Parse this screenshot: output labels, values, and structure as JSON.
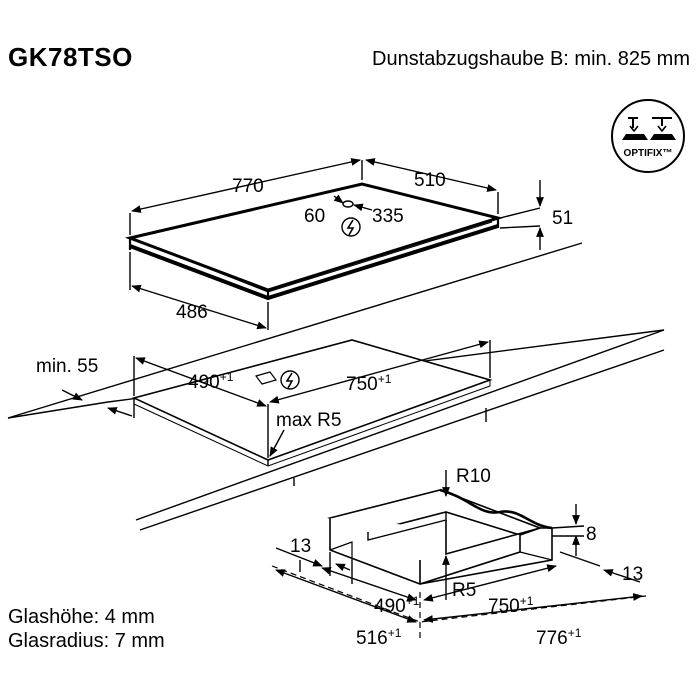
{
  "header": {
    "model": "GK78TSO",
    "hood_note": "Dunstabzugshaube B: min. 825 mm"
  },
  "badge": {
    "label": "OPTIFIX™",
    "icon": "optifix-icon"
  },
  "hob": {
    "width": "770",
    "depth": "510",
    "height": "51",
    "connector_offset": "60",
    "connector_depth": "335",
    "front_depth": "486",
    "power_icon": "electric-connection-icon"
  },
  "cutout": {
    "min_label": "min. 55",
    "depth": "490",
    "depth_tol": "+1",
    "width": "750",
    "width_tol": "+1",
    "radius": "max R5",
    "power_icon": "electric-connection-icon"
  },
  "detail": {
    "r_top": "R10",
    "r_bottom": "R5",
    "edge_left": "13",
    "edge_right": "13",
    "step": "8",
    "inner_depth": "490",
    "inner_depth_tol": "+1",
    "inner_width": "750",
    "inner_width_tol": "+1",
    "outer_depth": "516",
    "outer_depth_tol": "+1",
    "outer_width": "776",
    "outer_width_tol": "+1"
  },
  "footer": {
    "glass_height": "Glashöhe: 4 mm",
    "glass_radius": "Glasradius: 7 mm"
  }
}
